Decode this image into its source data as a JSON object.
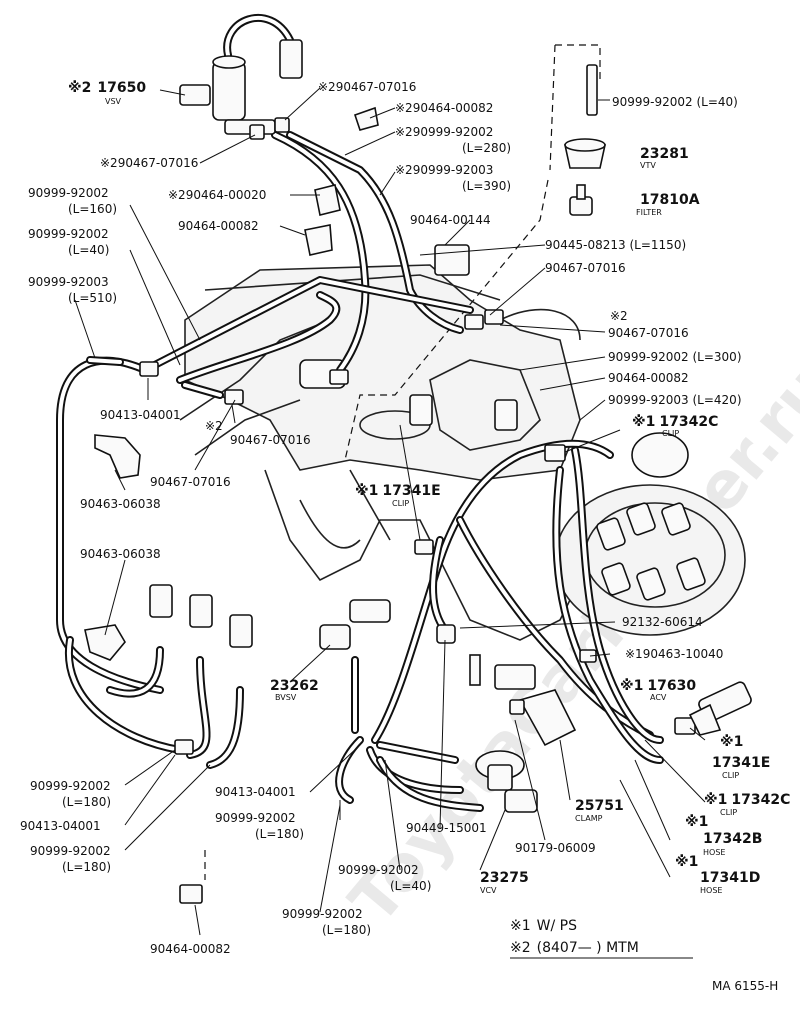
{
  "watermark": "ToyotaCarMaster.ru",
  "drawing_code": "MA 6155-H",
  "legend": {
    "note1_mark": "※1",
    "note1_text": "W/ PS",
    "note2_mark": "※2",
    "note2_text": "(8407—        ) MTM"
  },
  "labels": [
    {
      "key": "vsv",
      "mark": "※2",
      "code": "17650",
      "sub": "VSV"
    },
    {
      "key": "p01",
      "mark": "※2",
      "code": "90467-07016"
    },
    {
      "key": "p02",
      "mark": "※2",
      "code": "90464-00082"
    },
    {
      "key": "p03",
      "mark": "※2",
      "code": "90999-92002",
      "len": "(L=280)"
    },
    {
      "key": "p04",
      "mark": "※2",
      "code": "90999-92003",
      "len": "(L=390)"
    },
    {
      "key": "p05",
      "mark": "※2",
      "code": "90467-07016"
    },
    {
      "key": "p06",
      "mark": "※2",
      "code": "90464-00020"
    },
    {
      "key": "p07",
      "code": "90464-00082"
    },
    {
      "key": "p08",
      "code": "90464-00144"
    },
    {
      "key": "p09",
      "code": "90445-08213 (L=1150)"
    },
    {
      "key": "p10",
      "code": "90467-07016"
    },
    {
      "key": "p11",
      "mark": "※2",
      "code": "90467-07016"
    },
    {
      "key": "p12",
      "code": "90999-92002 (L=300)"
    },
    {
      "key": "p13",
      "code": "90464-00082"
    },
    {
      "key": "p14",
      "code": "90999-92003 (L=420)"
    },
    {
      "key": "p15",
      "code": "90999-92002 (L=40)"
    },
    {
      "key": "vtv",
      "code": "23281",
      "sub": "VTV"
    },
    {
      "key": "filter",
      "code": "17810A",
      "sub": "FILTER"
    },
    {
      "key": "clip1",
      "mark": "※1",
      "code": "17342C",
      "sub": "CLIP"
    },
    {
      "key": "clip2",
      "mark": "※1",
      "code": "17341E",
      "sub": "CLIP"
    },
    {
      "key": "p16",
      "code": "90999-92002",
      "len": "(L=160)"
    },
    {
      "key": "p17",
      "code": "90999-92002",
      "len": "(L=40)"
    },
    {
      "key": "p18",
      "code": "90999-92003",
      "len": "(L=510)"
    },
    {
      "key": "p19",
      "code": "90413-04001"
    },
    {
      "key": "p20",
      "mark": "※2",
      "code": "90467-07016"
    },
    {
      "key": "p21",
      "code": "90467-07016"
    },
    {
      "key": "p22",
      "code": "90463-06038"
    },
    {
      "key": "p23",
      "code": "90463-06038"
    },
    {
      "key": "p24",
      "code": "92132-60614"
    },
    {
      "key": "p25",
      "mark": "※1",
      "code": "90463-10040"
    },
    {
      "key": "acv",
      "mark": "※1",
      "code": "17630",
      "sub": "ACV"
    },
    {
      "key": "bvsv",
      "code": "23262",
      "sub": "BVSV"
    },
    {
      "key": "clip3",
      "mark": "※1",
      "code": "17341E",
      "sub": "CLIP"
    },
    {
      "key": "clip4",
      "mark": "※1",
      "code": "17342C",
      "sub": "CLIP"
    },
    {
      "key": "hose1",
      "mark": "※1",
      "code": "17342B",
      "sub": "HOSE"
    },
    {
      "key": "hose2",
      "mark": "※1",
      "code": "17341D",
      "sub": "HOSE"
    },
    {
      "key": "p26",
      "code": "90413-04001"
    },
    {
      "key": "p27",
      "code": "90999-92002",
      "len": "(L=180)"
    },
    {
      "key": "p28",
      "code": "90449-15001"
    },
    {
      "key": "clamp",
      "code": "25751",
      "sub": "CLAMP"
    },
    {
      "key": "p29",
      "code": "90179-06009"
    },
    {
      "key": "p30",
      "code": "90999-92002",
      "len": "(L=180)"
    },
    {
      "key": "p31",
      "code": "90413-04001"
    },
    {
      "key": "p32",
      "code": "90999-92002",
      "len": "(L=180)"
    },
    {
      "key": "p33",
      "code": "90999-92002",
      "len": "(L=40)"
    },
    {
      "key": "vcv",
      "code": "23275",
      "sub": "VCV"
    },
    {
      "key": "p34",
      "code": "90999-92002",
      "len": "(L=180)"
    },
    {
      "key": "p35",
      "code": "90464-00082"
    }
  ]
}
